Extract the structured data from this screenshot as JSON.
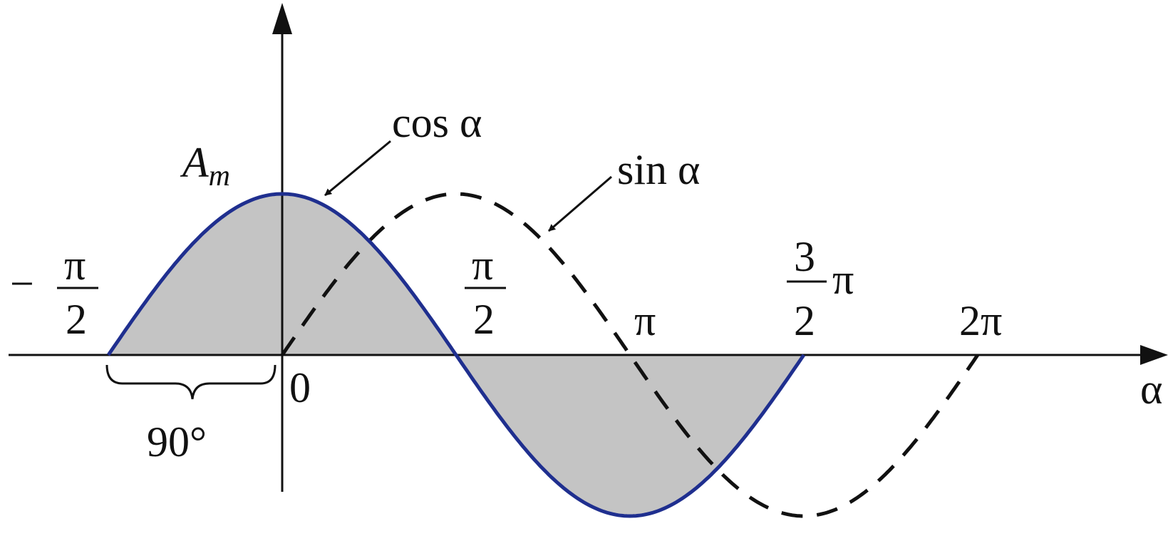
{
  "figure": {
    "amplitude_label": "A",
    "amplitude_subscript": "m",
    "cos_label": "cos α",
    "sin_label": "sin α",
    "axis_label": "α",
    "origin_label": "0",
    "phase_shift_label": "90°",
    "ticks": {
      "neg_half_pi_sign": "−",
      "neg_half_pi_num": "π",
      "neg_half_pi_den": "2",
      "half_pi_num": "π",
      "half_pi_den": "2",
      "pi": "π",
      "three_half_pi_num": "3",
      "three_half_pi_den": "2",
      "three_half_pi_suffix": "π",
      "two_pi": "2π"
    }
  },
  "colors": {
    "cos_curve": "#1f2f8f",
    "sin_curve": "#111111",
    "shading": "#c4c4c4",
    "axes": "#111111"
  }
}
